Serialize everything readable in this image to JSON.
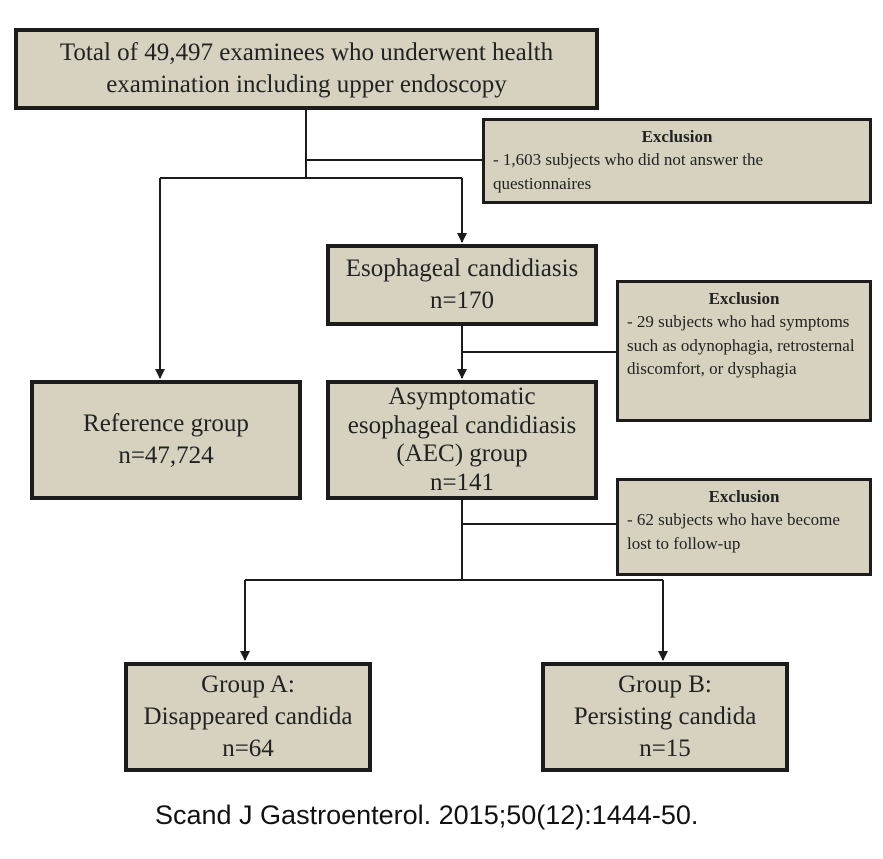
{
  "boxes": {
    "total": [
      "Total of 49,497 examinees who underwent health",
      "examination including upper endoscopy"
    ],
    "candidiasis": [
      "Esophageal candidiasis",
      "n=170"
    ],
    "reference": [
      "Reference group",
      "n=47,724"
    ],
    "aec": [
      "Asymptomatic",
      "esophageal candidiasis",
      "(AEC) group",
      "n=141"
    ],
    "group_a": [
      "Group A:",
      "Disappeared candida",
      "n=64"
    ],
    "group_b": [
      "Group B:",
      "Persisting candida",
      "n=15"
    ]
  },
  "exclusions": [
    {
      "title": "Exclusion",
      "body": "- 1,603 subjects who did not answer the questionnaires"
    },
    {
      "title": "Exclusion",
      "body": "- 29 subjects who had symptoms such as odynophagia, retrosternal discomfort, or dysphagia"
    },
    {
      "title": "Exclusion",
      "body": "- 62 subjects who have become lost to follow-up"
    }
  ],
  "citation": "Scand J Gastroenterol. 2015;50(12):1444-50.",
  "colors": {
    "box_fill": "#d6d2bf",
    "border": "#1c1c1c",
    "line": "#1c1c1c"
  }
}
